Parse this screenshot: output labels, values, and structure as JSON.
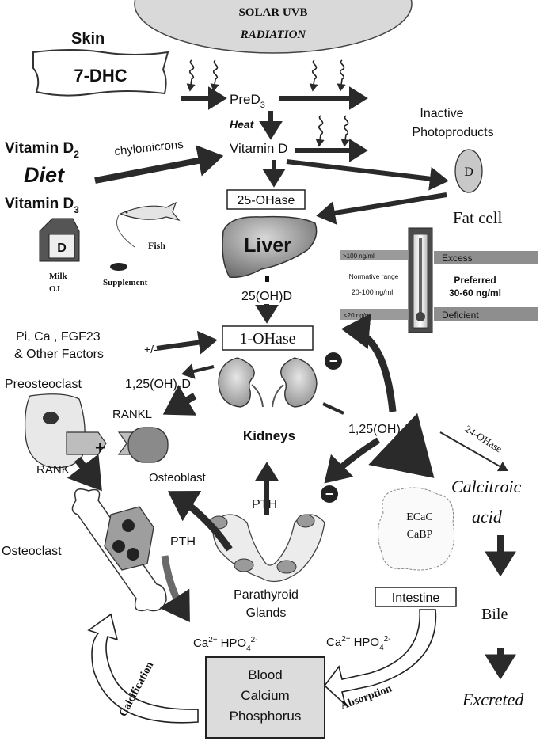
{
  "sun": {
    "line1": "SOLAR UVB",
    "line2": "RADIATION"
  },
  "skin": {
    "label": "Skin",
    "box": "7-DHC"
  },
  "pred3": {
    "base": "PreD",
    "sub": "3"
  },
  "heat": "Heat",
  "inactive": {
    "line1": "Inactive",
    "line2": "Photoproducts"
  },
  "vitamin_d": "Vitamin D",
  "diet": {
    "d2_base": "Vitamin D",
    "d2_sub": "2",
    "chylomicrons": "chylomicrons",
    "diet": "Diet",
    "d3_base": "Vitamin D",
    "d3_sub": "3",
    "fish": "Fish",
    "supplement": "Supplement",
    "milk": "Milk",
    "oj": "OJ",
    "carton_letter": "D"
  },
  "ohase25": "25-OHase",
  "fatcell": {
    "label": "Fat cell",
    "letter": "D"
  },
  "liver": "Liver",
  "oh25d": "25(OH)D",
  "gauge": {
    "excess_range": ">100 ng/ml",
    "excess": "Excess",
    "normative": "Normative range",
    "normative_range": "20-100 ng/ml",
    "preferred": "Preferred",
    "preferred_range": "30-60 ng/ml",
    "deficient_range": "<20 ng/ml",
    "deficient": "Deficient"
  },
  "factors": {
    "line1": "Pi, Ca , FGF23",
    "line2": "& Other Factors",
    "sign": "+/-"
  },
  "ohase1": "1-OHase",
  "inhibit": "−",
  "preosteoclast": "Preosteoclast",
  "oh125_left": {
    "a": "1,25(OH)",
    "sub": "2",
    "b": "D"
  },
  "oh125_right": {
    "a": "1,25(OH)",
    "sub": "2",
    "b": "D"
  },
  "rankl": "RANKL",
  "rank": "RANK",
  "plus": "+",
  "kidneys": "Kidneys",
  "ohase24": "24-OHase",
  "osteoblast": "Osteoblast",
  "osteoclast": "Osteoclast",
  "pth_left": "PTH",
  "pth_center": "PTH",
  "calcitroic": {
    "line1": "Calcitroic",
    "line2": "acid"
  },
  "ecac": "ECaC",
  "cabp": "CaBP",
  "parathyroid": {
    "line1": "Parathyroid",
    "line2": "Glands"
  },
  "intestine": "Intestine",
  "bile": "Bile",
  "ca_left": {
    "ca": "Ca",
    "ca_sup": "2+",
    "hpo": "HPO",
    "hpo_sub": "4",
    "hpo_sup": "2-"
  },
  "ca_right": {
    "ca": "Ca",
    "ca_sup": "2+",
    "hpo": "HPO",
    "hpo_sub": "4",
    "hpo_sup": "2-"
  },
  "blood": {
    "line1": "Blood",
    "line2": "Calcium",
    "line3": "Phosphorus"
  },
  "absorption": "Absorption",
  "calcification": "Calcification",
  "excreted": "Excreted"
}
